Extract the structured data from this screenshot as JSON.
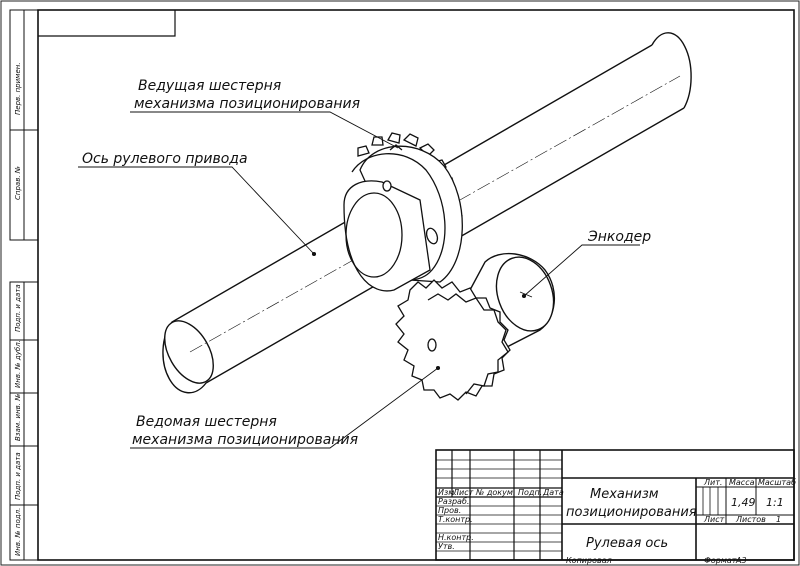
{
  "drawing": {
    "callouts": {
      "drive_gear_line1": "Ведущая шестерня",
      "drive_gear_line2": "механизма позиционирования",
      "axle": "Ось рулевого привода",
      "encoder": "Энкодер",
      "driven_gear_line1": "Ведомая шестерня",
      "driven_gear_line2": "механизма позиционирования"
    }
  },
  "title_block": {
    "columns": {
      "izm": "Изм.",
      "list": "Лист",
      "doc_no": "№ докум.",
      "sign": "Подп.",
      "date": "Дата"
    },
    "roles": {
      "developed": "Разраб.",
      "checked": "Пров.",
      "tech_control": "Т.контр.",
      "norm_control": "Н.контр.",
      "approved": "Утв."
    },
    "title_line1": "Механизм",
    "title_line2": "позиционирования",
    "subtitle": "Рулевая ось",
    "lit_label": "Лит.",
    "mass_label": "Масса",
    "scale_label": "Масштаб",
    "mass_value": "1,49",
    "scale_value": "1:1",
    "sheet_label": "Лист",
    "sheets_label": "Листов",
    "sheets_value": "1",
    "copied": "Копировал",
    "format_label": "Формат",
    "format_value": "A3"
  },
  "side_strip": {
    "top": [
      "Перв. примен.",
      "Справ. №"
    ],
    "bottom": [
      "Подп. и дата",
      "Инв. № дубл.",
      "Взам. инв. №",
      "Подп. и дата",
      "Инв. № подл."
    ]
  }
}
